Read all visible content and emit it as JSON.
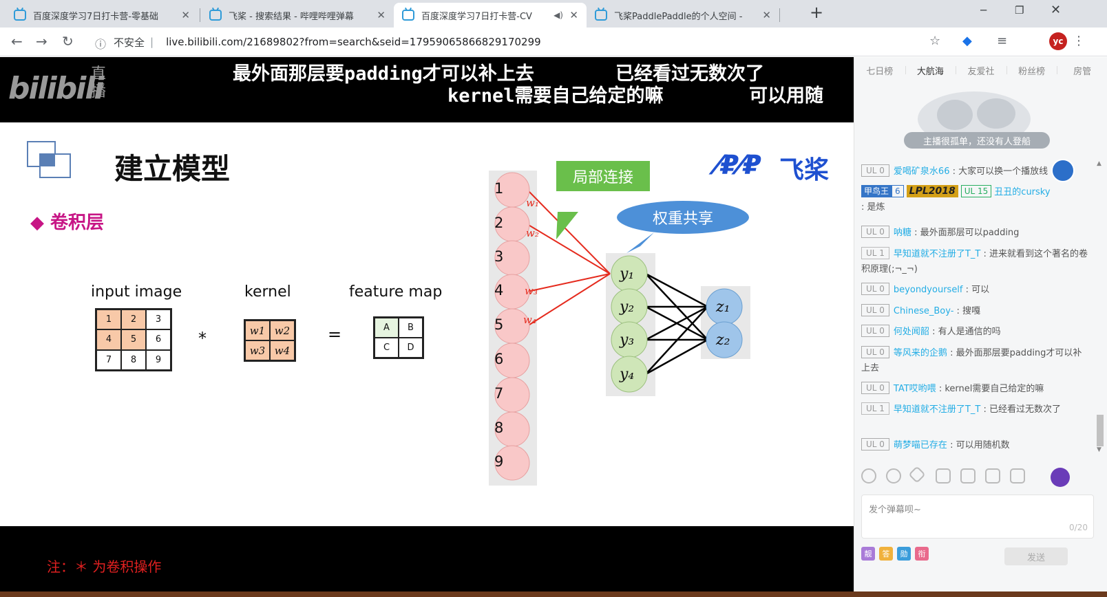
{
  "browser": {
    "tabs": [
      {
        "title": "百度深度学习7日打卡营-零基础"
      },
      {
        "title": "飞桨 - 搜索结果 - 哔哩哔哩弹幕"
      },
      {
        "title": "百度深度学习7日打卡营-CV"
      },
      {
        "title": "飞桨PaddlePaddle的个人空间 -"
      }
    ],
    "security_label": "不安全",
    "url": "live.bilibili.com/21689802?from=search&seid=17959065866829170299",
    "avatar": "yc"
  },
  "video": {
    "logo": "bilibili",
    "logo_live": "直播",
    "danmaku": [
      {
        "text": "最外面那层要padding才可以补上去"
      },
      {
        "text": "已经看过无数次了"
      },
      {
        "text": "kernel需要自己给定的嘛"
      },
      {
        "text": "可以用随"
      }
    ]
  },
  "slide": {
    "title": "建立模型",
    "subtitle": "◆ 卷积层",
    "brand": "飞桨",
    "note": "注：＊ 为卷积操作",
    "input_label": "input image",
    "kernel_label": "kernel",
    "feature_label": "feature map",
    "star": "*",
    "equals": "=",
    "input_cells": [
      "1",
      "2",
      "3",
      "4",
      "5",
      "6",
      "7",
      "8",
      "9"
    ],
    "kernel_cells": [
      "w1",
      "w2",
      "w3",
      "w4"
    ],
    "feature_cells": [
      "A",
      "B",
      "C",
      "D"
    ],
    "local_conn": "局部连接",
    "weight_share": "权重共享",
    "nodes": [
      "1",
      "2",
      "3",
      "4",
      "5",
      "6",
      "7",
      "8",
      "9"
    ]
  },
  "panel": {
    "rank_tabs": [
      "七日榜",
      "大航海",
      "友爱社",
      "粉丝榜",
      "房管"
    ],
    "active_tab": "大航海",
    "empty_text": "主播很孤单，还没有人登船",
    "messages": [
      {
        "level": "UL 0",
        "user": "爱喝矿泉水66",
        "text": "大家可以换一个播放线"
      },
      {
        "badge": "甲鸟王",
        "badge_level": "6",
        "event": "LPL2018",
        "level": "UL 15",
        "user": "丑丑的cursky",
        "text": "是炼"
      },
      {
        "level": "UL 0",
        "user": "呐糖",
        "text": "最外面那层可以padding"
      },
      {
        "level": "UL 1",
        "user": "早知道就不注册了T_T",
        "text": "进来就看到这个著名的卷积原理(;¬_¬)"
      },
      {
        "level": "UL 0",
        "user": "beyondyourself",
        "text": "可以"
      },
      {
        "level": "UL 0",
        "user": "Chinese_Boy-",
        "text": "搜嘎"
      },
      {
        "level": "UL 0",
        "user": "何处闻韶",
        "text": "有人是通信的吗"
      },
      {
        "level": "UL 0",
        "user": "等风来的企鹅",
        "text": "最外面那层要padding才可以补上去"
      },
      {
        "level": "UL 0",
        "user": "TAT哎哟喂",
        "text": "kernel需要自己给定的嘛"
      },
      {
        "level": "UL 1",
        "user": "早知道就不注册了T_T",
        "text": "已经看过无数次了"
      },
      {
        "level": "UL 0",
        "user": "萌梦喵已存在",
        "text": "可以用随机数"
      }
    ],
    "input_placeholder": "发个弹幕呗~",
    "input_count": "0/20",
    "badges": [
      "靓",
      "答",
      "勋",
      "衔"
    ],
    "send_label": "发送"
  }
}
